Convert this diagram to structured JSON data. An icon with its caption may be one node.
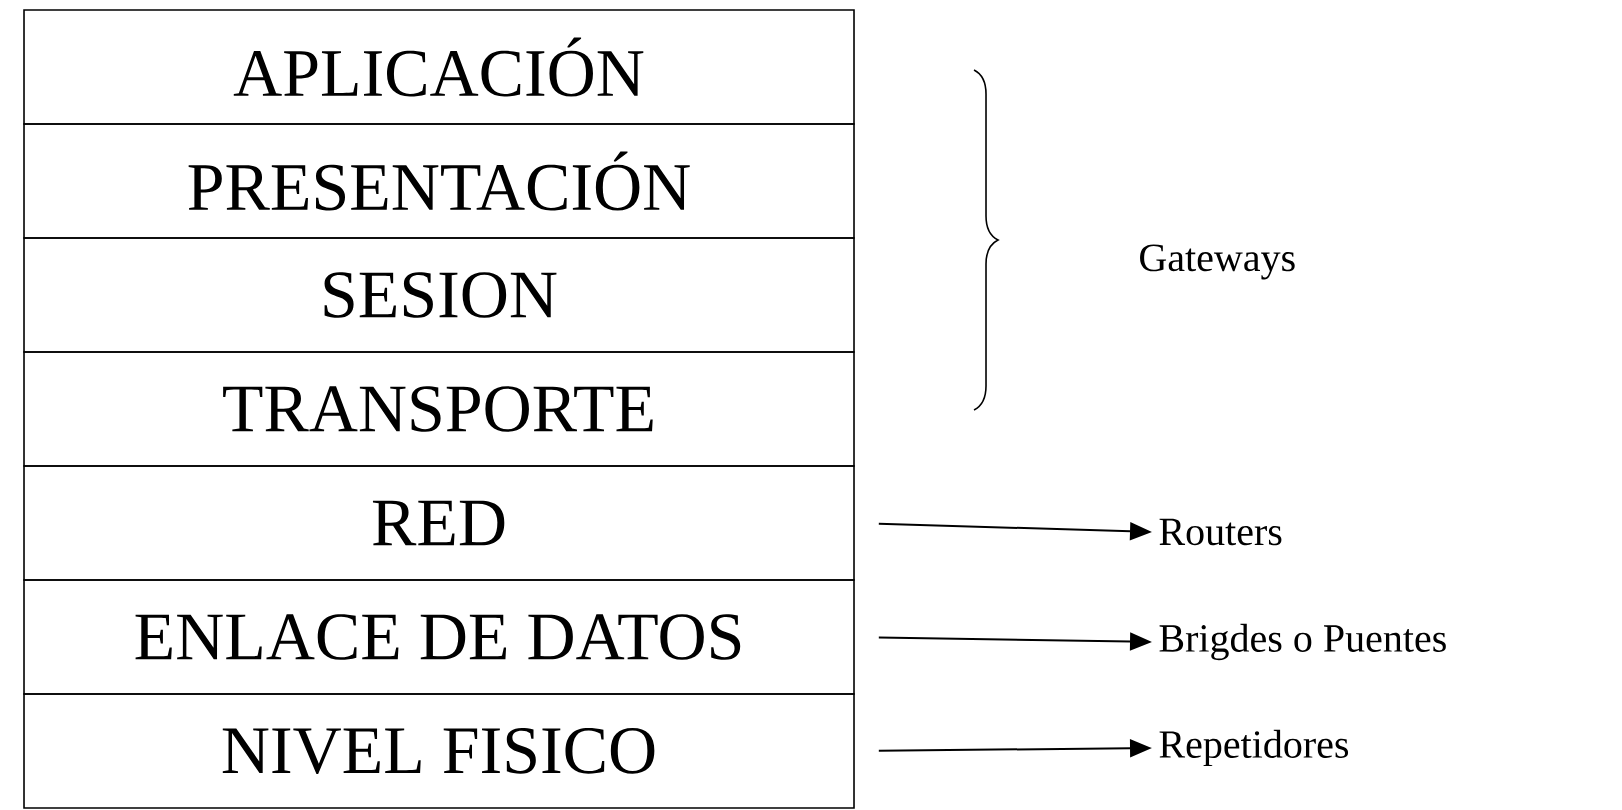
{
  "diagram": {
    "nodes": [
      {
        "text": [
          "APLICACIÓN"
        ]
      },
      {
        "text": [
          "PRESENTACIÓN"
        ]
      },
      {
        "text": [
          "SESION"
        ]
      },
      {
        "text": [
          "TRANSPORTE"
        ]
      },
      {
        "text": [
          "RED"
        ]
      },
      {
        "text": [
          "ENLACE DE DATOS"
        ]
      },
      {
        "text": [
          "NIVEL FISICO"
        ]
      },
      {
        "text": [
          "Routers"
        ]
      },
      {
        "text": [
          "Brigdes o Puentes"
        ]
      },
      {
        "text": [
          "Repetidores"
        ]
      }
    ],
    "edges": [
      {
        "from": 4,
        "to": 7,
        "arrow": "to"
      },
      {
        "from": 5,
        "to": 8,
        "arrow": "to"
      },
      {
        "from": 6,
        "to": 9,
        "arrow": "to"
      }
    ],
    "labels": [
      "Gateways"
    ]
  }
}
